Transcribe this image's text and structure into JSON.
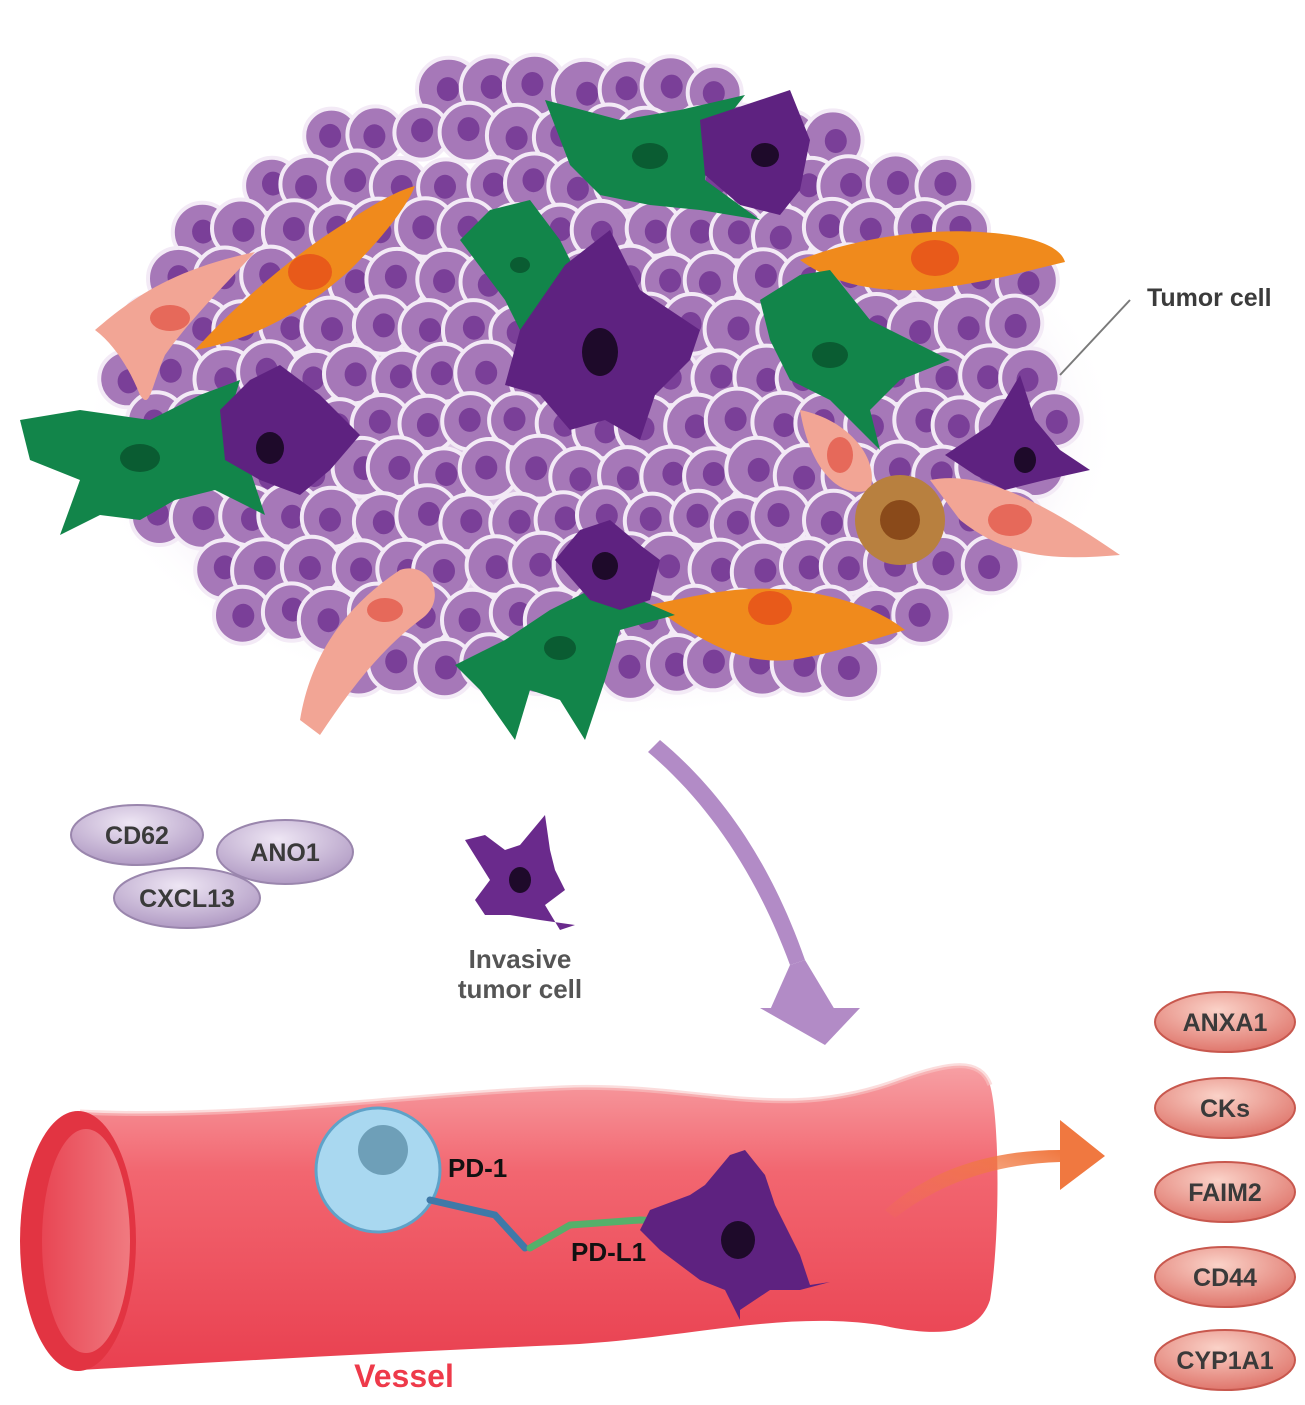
{
  "labels": {
    "tumor_cell": "Tumor cell",
    "invasive_line1": "Invasive",
    "invasive_line2": "tumor cell",
    "pd1": "PD-1",
    "pdl1": "PD-L1",
    "vessel": "Vessel"
  },
  "tissue_markers": [
    "CD62",
    "ANO1",
    "CXCL13"
  ],
  "circulating_markers": [
    "ANXA1",
    "CKs",
    "FAIM2",
    "CD44",
    "CYP1A1"
  ],
  "colors": {
    "tumor_cell": "#a678b8",
    "tumor_nucleus": "#7a3f98",
    "invasive_cell": "#5e2280",
    "fibroblast": "#12854a",
    "orange_cell": "#f08a1c",
    "pink_cell": "#f2a595",
    "brown_cell": "#b8803f",
    "vessel": "#ee4a58",
    "vessel_label": "#ee3a4a",
    "immune_cell": "#a9d8f0",
    "tissue_marker": "#c6b6d6",
    "circulating_marker": "#e9877e",
    "arrow_purple": "#b28bc6",
    "arrow_orange": "#f07840"
  }
}
